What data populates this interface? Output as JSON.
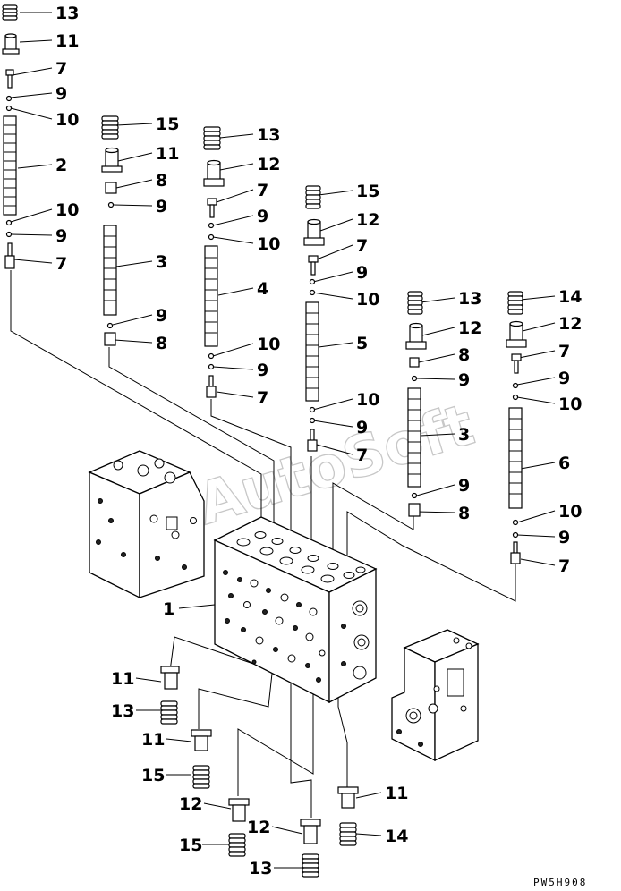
{
  "watermark": "AutoSoft",
  "drawing_code": "PW5H908",
  "labels": {
    "col1_13": "13",
    "col1_11": "11",
    "col1_7a": "7",
    "col1_9a": "9",
    "col1_10a": "10",
    "col1_2": "2",
    "col1_10b": "10",
    "col1_9b": "9",
    "col1_7b": "7",
    "col2_15": "15",
    "col2_11": "11",
    "col2_8a": "8",
    "col2_9a": "9",
    "col2_3": "3",
    "col2_9b": "9",
    "col2_8b": "8",
    "col3_13": "13",
    "col3_12": "12",
    "col3_7a": "7",
    "col3_9a": "9",
    "col3_10a": "10",
    "col3_4": "4",
    "col3_10b": "10",
    "col3_9b": "9",
    "col3_7b": "7",
    "col4_15": "15",
    "col4_12": "12",
    "col4_7a": "7",
    "col4_9a": "9",
    "col4_10a": "10",
    "col4_5": "5",
    "col4_10b": "10",
    "col4_9b": "9",
    "col4_7b": "7",
    "col5_13": "13",
    "col5_12": "12",
    "col5_8a": "8",
    "col5_9a": "9",
    "col5_3": "3",
    "col5_9b": "9",
    "col5_8b": "8",
    "col6_14": "14",
    "col6_12": "12",
    "col6_7a": "7",
    "col6_9a": "9",
    "col6_10a": "10",
    "col6_6": "6",
    "col6_10b": "10",
    "col6_9b": "9",
    "col6_7b": "7",
    "body_1": "1",
    "bot_11a": "11",
    "bot_13a": "13",
    "bot_11b": "11",
    "bot_15a": "15",
    "bot_12a": "12",
    "bot_15b": "15",
    "bot_12b": "12",
    "bot_13b": "13",
    "bot_11c": "11",
    "bot_14": "14"
  }
}
